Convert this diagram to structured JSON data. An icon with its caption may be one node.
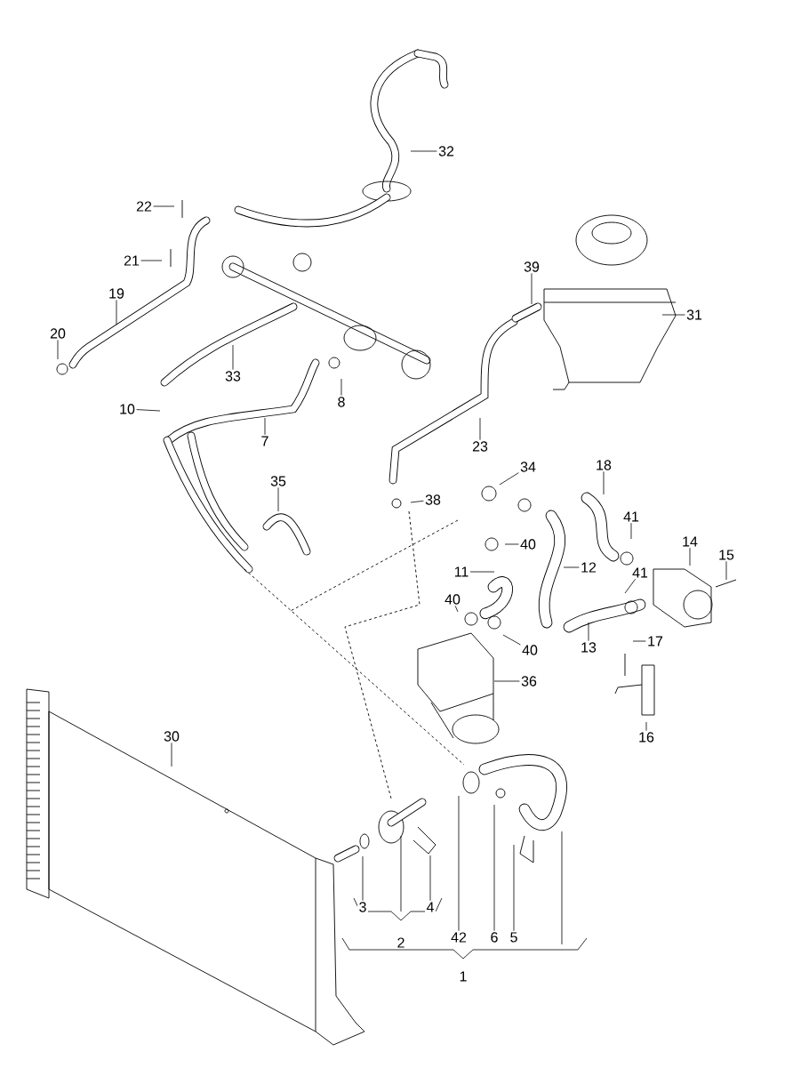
{
  "diagram": {
    "nodes": [
      {
        "text": [
          "32"
        ]
      },
      {
        "text": [
          "22"
        ]
      },
      {
        "text": [
          "21"
        ]
      },
      {
        "text": [
          "39"
        ]
      },
      {
        "text": [
          "19"
        ]
      },
      {
        "text": [
          "31"
        ]
      },
      {
        "text": [
          "20"
        ]
      },
      {
        "text": [
          "33"
        ]
      },
      {
        "text": [
          "8"
        ]
      },
      {
        "text": [
          "10"
        ]
      },
      {
        "text": [
          "7"
        ]
      },
      {
        "text": [
          "23"
        ]
      },
      {
        "text": [
          "18"
        ]
      },
      {
        "text": [
          "34"
        ]
      },
      {
        "text": [
          "35"
        ]
      },
      {
        "text": [
          "38"
        ]
      },
      {
        "text": [
          "41"
        ]
      },
      {
        "text": [
          "40"
        ]
      },
      {
        "text": [
          "14"
        ]
      },
      {
        "text": [
          "15"
        ]
      },
      {
        "text": [
          "12"
        ]
      },
      {
        "text": [
          "11"
        ]
      },
      {
        "text": [
          "41"
        ]
      },
      {
        "text": [
          "40"
        ]
      },
      {
        "text": [
          "17"
        ]
      },
      {
        "text": [
          "13"
        ]
      },
      {
        "text": [
          "40"
        ]
      },
      {
        "text": [
          "36"
        ]
      },
      {
        "text": [
          "30"
        ]
      },
      {
        "text": [
          "16"
        ]
      },
      {
        "text": [
          "3"
        ]
      },
      {
        "text": [
          "4"
        ]
      },
      {
        "text": [
          "42"
        ]
      },
      {
        "text": [
          "6"
        ]
      },
      {
        "text": [
          "5"
        ]
      }
    ],
    "edges": [
      {
        "from": 0,
        "to": null,
        "arrow": "none"
      },
      {
        "from": 1,
        "to": null,
        "arrow": "none"
      },
      {
        "from": 2,
        "to": null,
        "arrow": "none"
      },
      {
        "from": 3,
        "to": null,
        "arrow": "none"
      },
      {
        "from": 4,
        "to": null,
        "arrow": "none"
      },
      {
        "from": 5,
        "to": null,
        "arrow": "none"
      },
      {
        "from": 6,
        "to": null,
        "arrow": "none"
      },
      {
        "from": 7,
        "to": null,
        "arrow": "none"
      },
      {
        "from": 8,
        "to": null,
        "arrow": "none"
      },
      {
        "from": 9,
        "to": null,
        "arrow": "none"
      },
      {
        "from": 10,
        "to": null,
        "arrow": "none"
      },
      {
        "from": 11,
        "to": null,
        "arrow": "none"
      },
      {
        "from": 12,
        "to": null,
        "arrow": "none"
      },
      {
        "from": 13,
        "to": null,
        "arrow": "none"
      },
      {
        "from": 14,
        "to": null,
        "arrow": "none"
      },
      {
        "from": 15,
        "to": null,
        "arrow": "none"
      },
      {
        "from": 16,
        "to": null,
        "arrow": "none"
      },
      {
        "from": 17,
        "to": null,
        "arrow": "none"
      },
      {
        "from": 18,
        "to": null,
        "arrow": "none"
      },
      {
        "from": 19,
        "to": null,
        "arrow": "none"
      },
      {
        "from": 20,
        "to": null,
        "arrow": "none"
      },
      {
        "from": 21,
        "to": null,
        "arrow": "none"
      },
      {
        "from": 22,
        "to": null,
        "arrow": "none"
      },
      {
        "from": 23,
        "to": null,
        "arrow": "none"
      },
      {
        "from": 24,
        "to": null,
        "arrow": "none"
      },
      {
        "from": 25,
        "to": null,
        "arrow": "none"
      },
      {
        "from": 26,
        "to": null,
        "arrow": "none"
      },
      {
        "from": 27,
        "to": null,
        "arrow": "none"
      },
      {
        "from": 28,
        "to": null,
        "arrow": "none"
      },
      {
        "from": 29,
        "to": null,
        "arrow": "none"
      },
      {
        "from": 30,
        "to": null,
        "arrow": "none"
      },
      {
        "from": 31,
        "to": null,
        "arrow": "none"
      },
      {
        "from": 32,
        "to": null,
        "arrow": "none"
      },
      {
        "from": 33,
        "to": null,
        "arrow": "none"
      },
      {
        "from": 34,
        "to": null,
        "arrow": "none"
      }
    ],
    "labels": [
      "2",
      "1"
    ]
  }
}
